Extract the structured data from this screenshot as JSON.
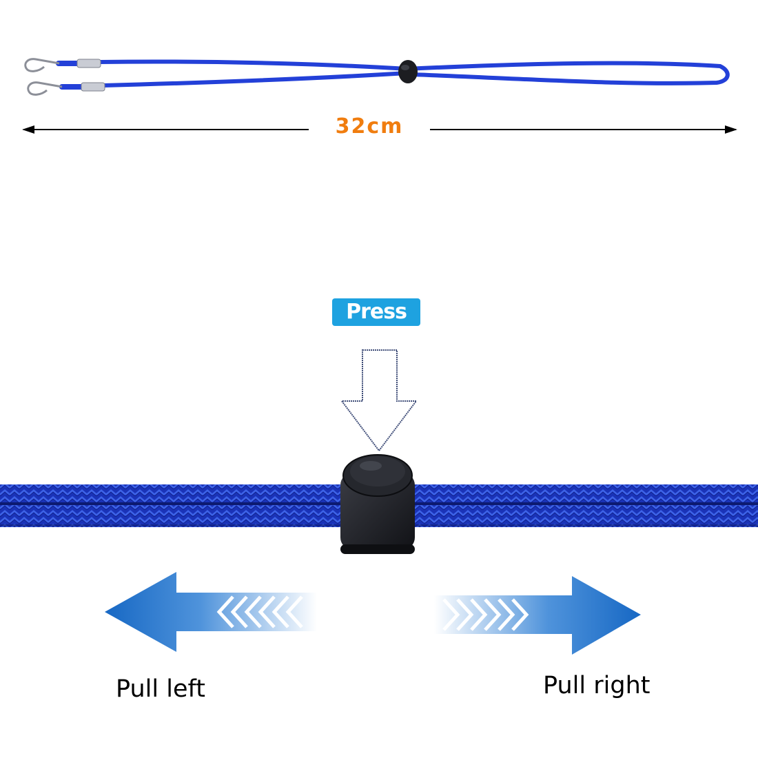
{
  "measurement": {
    "label": "32cm"
  },
  "badge": {
    "label": "Press"
  },
  "directions": {
    "left_label": "Pull left",
    "right_label": "Pull right"
  },
  "icons": {
    "clips": "snap-hook-icon",
    "stopper": "cord-lock-icon",
    "press_arrow": "arrow-down-icon",
    "left_arrow": "arrow-left-icon",
    "right_arrow": "arrow-right-icon"
  },
  "colors": {
    "cord": "#1f3fd0",
    "cord_dark": "#0f1f8a",
    "stopper": "#1c1d21",
    "measure_text": "#f07d0f",
    "badge": "#1ea2e0",
    "pull_arrow": "#1768c4"
  }
}
